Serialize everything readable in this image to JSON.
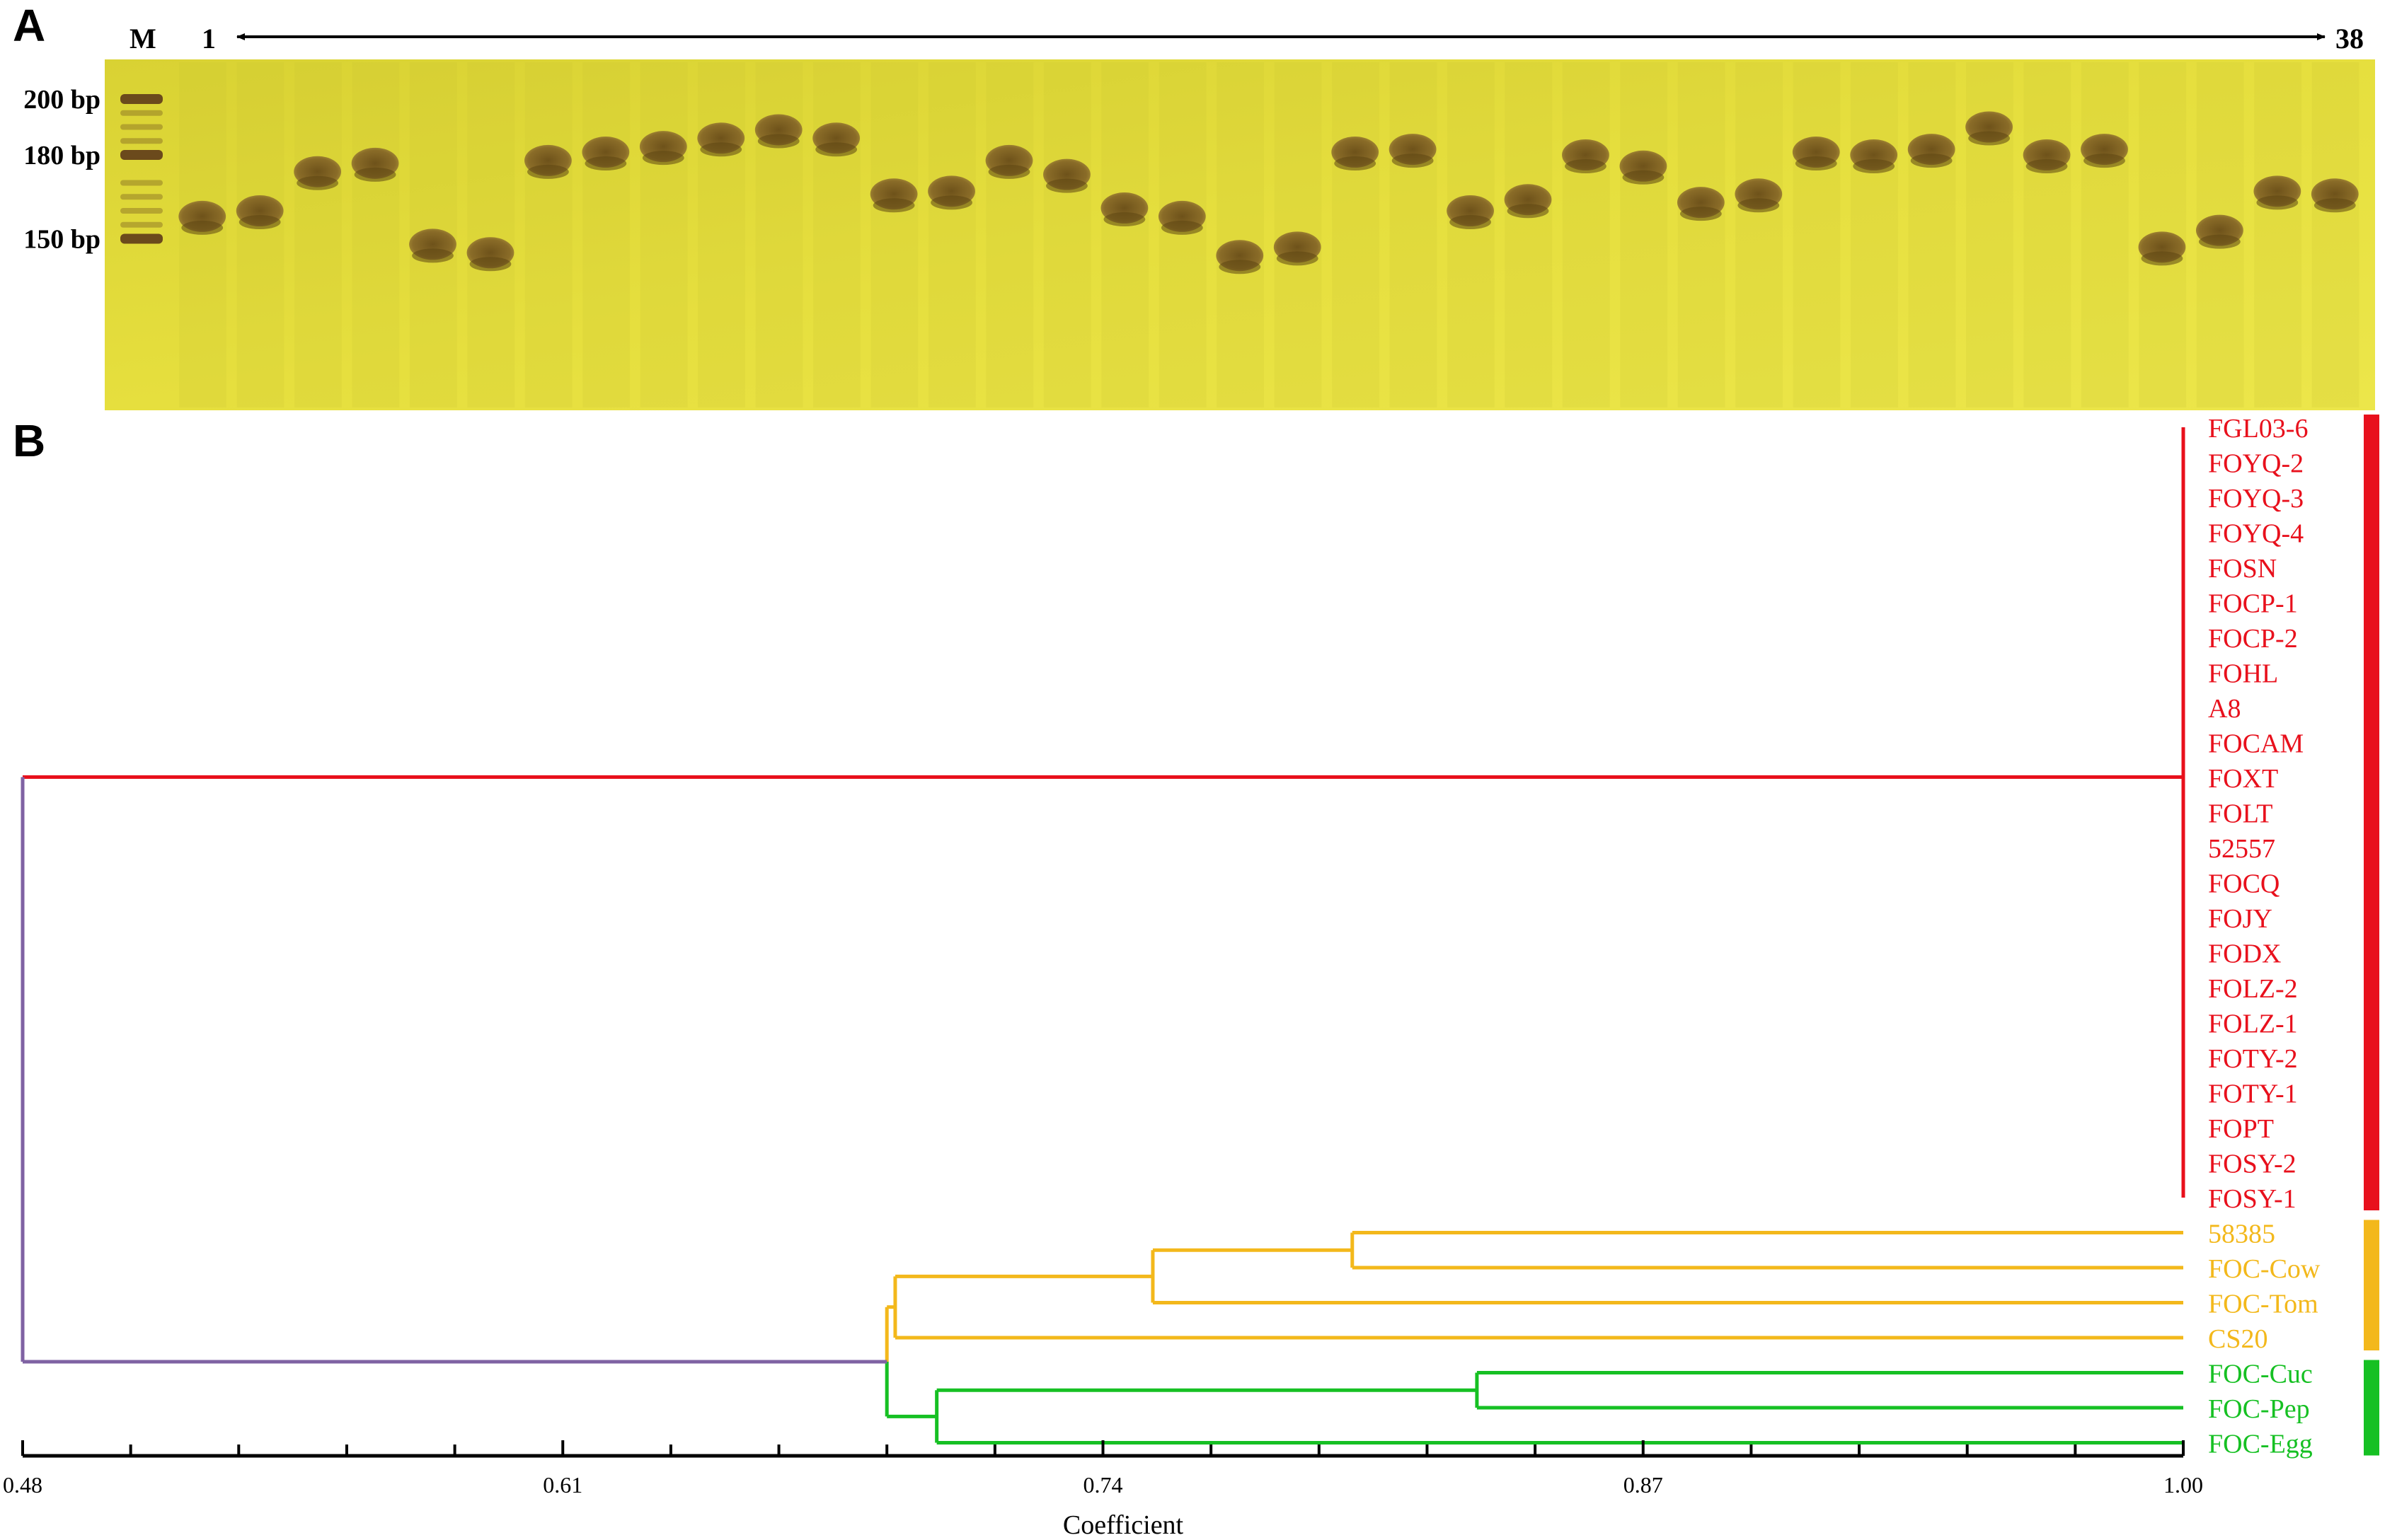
{
  "panel_a": {
    "letter": "A",
    "marker_lane_label": "M",
    "first_lane_label": "1",
    "last_lane_label": "38",
    "size_markers": [
      {
        "label": "200 bp",
        "bp": 200
      },
      {
        "label": "180 bp",
        "bp": 180
      },
      {
        "label": "150 bp",
        "bp": 150
      }
    ],
    "lane_bands_bp": [
      158,
      160,
      174,
      177,
      148,
      145,
      178,
      181,
      183,
      186,
      189,
      186,
      166,
      167,
      178,
      173,
      161,
      158,
      144,
      147,
      181,
      182,
      160,
      164,
      180,
      176,
      163,
      166,
      181,
      180,
      182,
      190,
      180,
      182,
      147,
      153,
      167,
      166
    ],
    "colors": {
      "gel": "#e3dc37",
      "band": "#7a5f20",
      "marker": "#6b4a1c"
    }
  },
  "panel_b": {
    "letter": "B",
    "axis": {
      "label": "Coefficient",
      "min": 0.48,
      "max": 1.0,
      "ticks": [
        "0.48",
        "0.61",
        "0.74",
        "0.87",
        "1.00"
      ]
    },
    "groups": [
      {
        "color": "#e8101c",
        "leaves": [
          "FGL03-6",
          "FOYQ-2",
          "FOYQ-3",
          "FOYQ-4",
          "FOSN",
          "FOCP-1",
          "FOCP-2",
          "FOHL",
          "A8",
          "FOCAM",
          "FOXT",
          "FOLT",
          "52557",
          "FOCQ",
          "FOJY",
          "FODX",
          "FOLZ-2",
          "FOLZ-1",
          "FOTY-2",
          "FOTY-1",
          "FOPT",
          "FOSY-2",
          "FOSY-1"
        ]
      },
      {
        "color": "#f3b81b",
        "leaves": [
          "58385",
          "FOC-Cow",
          "FOC-Tom",
          "CS20"
        ]
      },
      {
        "color": "#16c023",
        "leaves": [
          "FOC-Cuc",
          "FOC-Pep",
          "FOC-Egg"
        ]
      }
    ],
    "root_color": "#7f62a3",
    "merges": [
      {
        "id": "y1",
        "children": [
          "58385",
          "FOC-Cow"
        ],
        "coefficient": 0.8,
        "color": "#f3b81b"
      },
      {
        "id": "y2",
        "children": [
          "y1",
          "FOC-Tom"
        ],
        "coefficient": 0.752,
        "color": "#f3b81b"
      },
      {
        "id": "y3",
        "children": [
          "y2",
          "CS20"
        ],
        "coefficient": 0.69,
        "color": "#f3b81b"
      },
      {
        "id": "g1",
        "children": [
          "FOC-Cuc",
          "FOC-Pep"
        ],
        "coefficient": 0.83,
        "color": "#16c023"
      },
      {
        "id": "g2",
        "children": [
          "g1",
          "FOC-Egg"
        ],
        "coefficient": 0.7,
        "color": "#16c023"
      },
      {
        "id": "yg",
        "children": [
          "y3",
          "g2"
        ],
        "coefficient": 0.688,
        "color": "#16c023"
      },
      {
        "id": "root",
        "children": [
          "RED",
          "yg"
        ],
        "coefficient": 0.48,
        "color": "#7f62a3"
      }
    ],
    "red_cluster_coefficient": 1.0
  }
}
